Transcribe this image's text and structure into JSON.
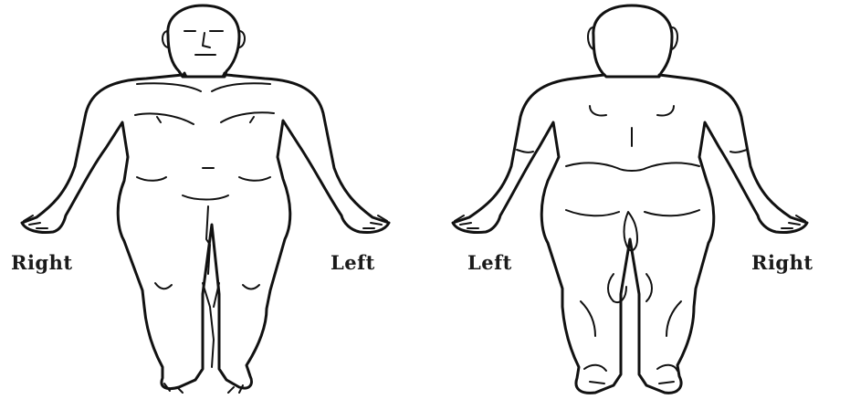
{
  "views": {
    "front": {
      "right_label": "Right",
      "left_label": "Left"
    },
    "back": {
      "left_label": "Left",
      "right_label": "Right"
    }
  },
  "figure_color": "#111111",
  "background_color": "#ffffff"
}
